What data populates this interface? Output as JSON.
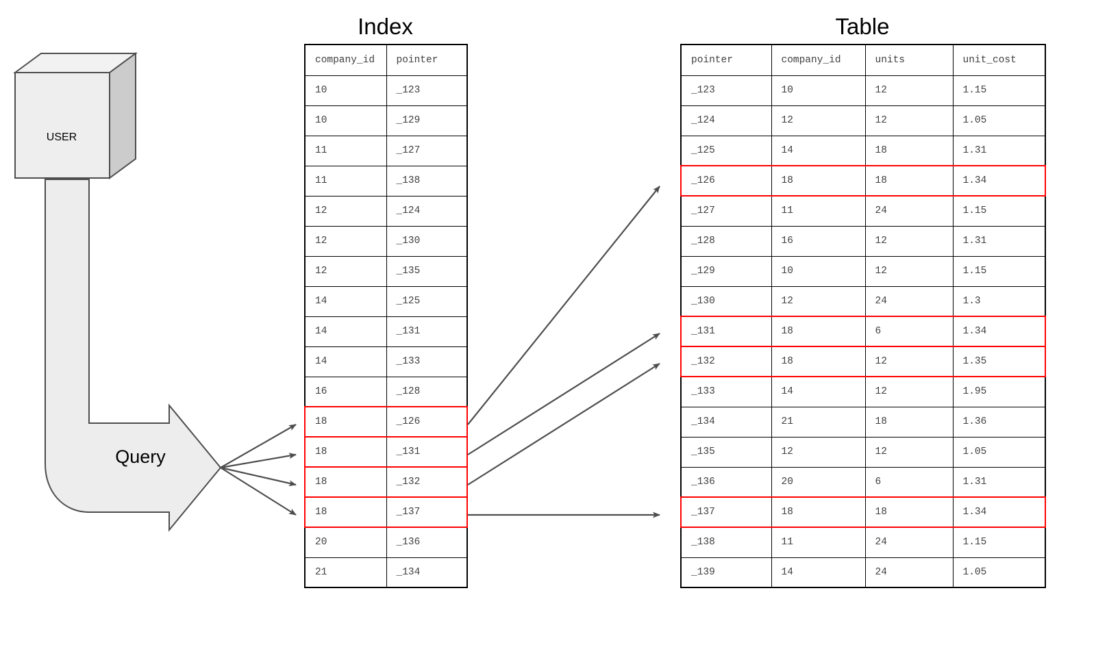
{
  "diagram": {
    "actor": {
      "label": "USER",
      "icon": "cube-3d-icon"
    },
    "query": {
      "label": "Query",
      "icon": "bent-arrow-icon"
    },
    "highlight_color": "#ff0000",
    "line_color": "#4d4d4d",
    "shape_fill": "#ededed"
  },
  "index": {
    "title": "Index",
    "columns": [
      "company_id",
      "pointer"
    ],
    "rows": [
      {
        "company_id": "10",
        "pointer": "_123",
        "highlighted": false
      },
      {
        "company_id": "10",
        "pointer": "_129",
        "highlighted": false
      },
      {
        "company_id": "11",
        "pointer": "_127",
        "highlighted": false
      },
      {
        "company_id": "11",
        "pointer": "_138",
        "highlighted": false
      },
      {
        "company_id": "12",
        "pointer": "_124",
        "highlighted": false
      },
      {
        "company_id": "12",
        "pointer": "_130",
        "highlighted": false
      },
      {
        "company_id": "12",
        "pointer": "_135",
        "highlighted": false
      },
      {
        "company_id": "14",
        "pointer": "_125",
        "highlighted": false
      },
      {
        "company_id": "14",
        "pointer": "_131",
        "highlighted": false
      },
      {
        "company_id": "14",
        "pointer": "_133",
        "highlighted": false
      },
      {
        "company_id": "16",
        "pointer": "_128",
        "highlighted": false
      },
      {
        "company_id": "18",
        "pointer": "_126",
        "highlighted": true
      },
      {
        "company_id": "18",
        "pointer": "_131",
        "highlighted": true
      },
      {
        "company_id": "18",
        "pointer": "_132",
        "highlighted": true
      },
      {
        "company_id": "18",
        "pointer": "_137",
        "highlighted": true
      },
      {
        "company_id": "20",
        "pointer": "_136",
        "highlighted": false
      },
      {
        "company_id": "21",
        "pointer": "_134",
        "highlighted": false
      }
    ]
  },
  "table": {
    "title": "Table",
    "columns": [
      "pointer",
      "company_id",
      "units",
      "unit_cost"
    ],
    "rows": [
      {
        "pointer": "_123",
        "company_id": "10",
        "units": "12",
        "unit_cost": "1.15",
        "highlighted": false
      },
      {
        "pointer": "_124",
        "company_id": "12",
        "units": "12",
        "unit_cost": "1.05",
        "highlighted": false
      },
      {
        "pointer": "_125",
        "company_id": "14",
        "units": "18",
        "unit_cost": "1.31",
        "highlighted": false
      },
      {
        "pointer": "_126",
        "company_id": "18",
        "units": "18",
        "unit_cost": "1.34",
        "highlighted": true
      },
      {
        "pointer": "_127",
        "company_id": "11",
        "units": "24",
        "unit_cost": "1.15",
        "highlighted": false
      },
      {
        "pointer": "_128",
        "company_id": "16",
        "units": "12",
        "unit_cost": "1.31",
        "highlighted": false
      },
      {
        "pointer": "_129",
        "company_id": "10",
        "units": "12",
        "unit_cost": "1.15",
        "highlighted": false
      },
      {
        "pointer": "_130",
        "company_id": "12",
        "units": "24",
        "unit_cost": "1.3",
        "highlighted": false
      },
      {
        "pointer": "_131",
        "company_id": "18",
        "units": "6",
        "unit_cost": "1.34",
        "highlighted": true
      },
      {
        "pointer": "_132",
        "company_id": "18",
        "units": "12",
        "unit_cost": "1.35",
        "highlighted": true
      },
      {
        "pointer": "_133",
        "company_id": "14",
        "units": "12",
        "unit_cost": "1.95",
        "highlighted": false
      },
      {
        "pointer": "_134",
        "company_id": "21",
        "units": "18",
        "unit_cost": "1.36",
        "highlighted": false
      },
      {
        "pointer": "_135",
        "company_id": "12",
        "units": "12",
        "unit_cost": "1.05",
        "highlighted": false
      },
      {
        "pointer": "_136",
        "company_id": "20",
        "units": "6",
        "unit_cost": "1.31",
        "highlighted": false
      },
      {
        "pointer": "_137",
        "company_id": "18",
        "units": "18",
        "unit_cost": "1.34",
        "highlighted": true
      },
      {
        "pointer": "_138",
        "company_id": "11",
        "units": "24",
        "unit_cost": "1.15",
        "highlighted": false
      },
      {
        "pointer": "_139",
        "company_id": "14",
        "units": "24",
        "unit_cost": "1.05",
        "highlighted": false
      }
    ]
  }
}
